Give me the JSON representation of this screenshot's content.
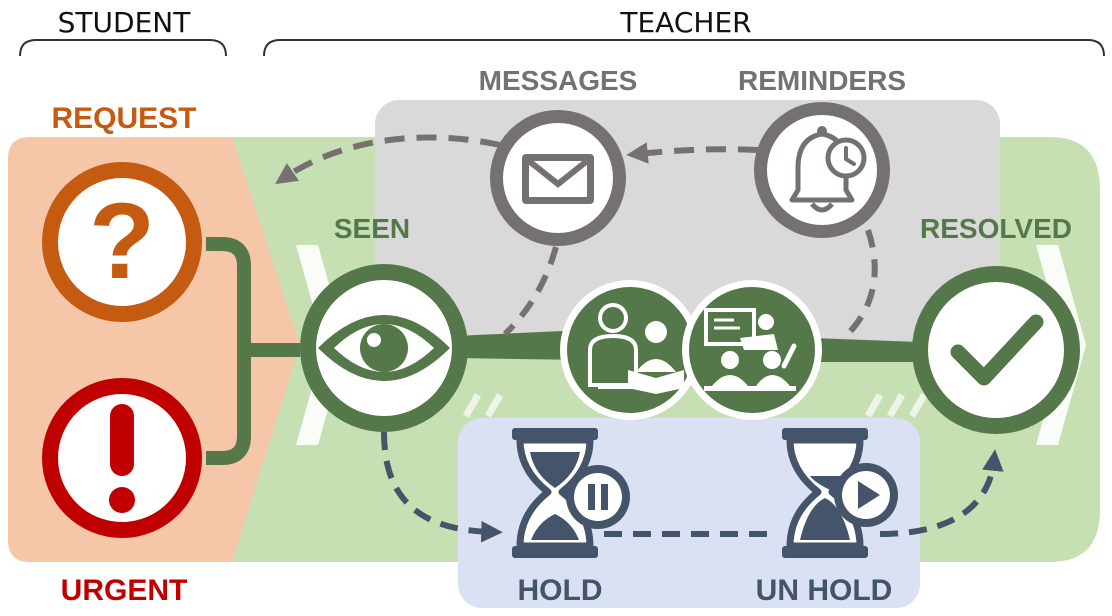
{
  "headers": {
    "student": "STUDENT",
    "teacher": "TEACHER"
  },
  "labels": {
    "request": "REQUEST",
    "urgent": "URGENT",
    "seen": "SEEN",
    "messages": "MESSAGES",
    "reminders": "REMINDERS",
    "resolved": "RESOLVED",
    "hold": "HOLD",
    "unhold": "UN HOLD"
  },
  "glyphs": {
    "question": "?",
    "exclamation": "!"
  },
  "colors": {
    "student_bg": "#f6c6a8",
    "flow_bg": "#c6e0b4",
    "gray_bg": "#d9d9d9",
    "blue_bg": "#d9e1f2",
    "orange": "#c55a11",
    "red": "#c00000",
    "green": "#55784a",
    "gray": "#767171",
    "navy": "#44546a"
  },
  "icons": [
    "question-icon",
    "exclamation-icon",
    "eye-icon",
    "envelope-icon",
    "bell-clock-icon",
    "teacher-reading-icon",
    "classroom-icon",
    "checkmark-icon",
    "hourglass-pause-icon",
    "hourglass-play-icon"
  ]
}
